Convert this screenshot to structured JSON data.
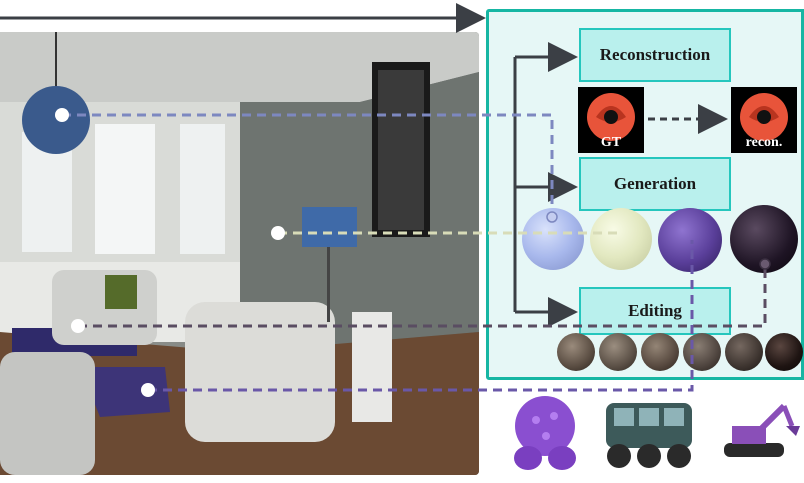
{
  "panel": {
    "reconstruction_label": "Reconstruction",
    "generation_label": "Generation",
    "editing_label": "Editing",
    "gt_label": "GT",
    "recon_label": "recon."
  },
  "colors": {
    "panel_border": "#16b6a3",
    "panel_fill": "#e6f7f6",
    "label_fill": "#b9f0ed",
    "arrow": "#3b3f45"
  },
  "generated_spheres": [
    "#a8b8ec",
    "#e2e8c0",
    "#5a3f9a",
    "#1e1424"
  ],
  "edited_spheres": [
    "#5a4d42",
    "#5b5046",
    "#57493f",
    "#4f453f",
    "#3e3530",
    "#1e1412"
  ]
}
